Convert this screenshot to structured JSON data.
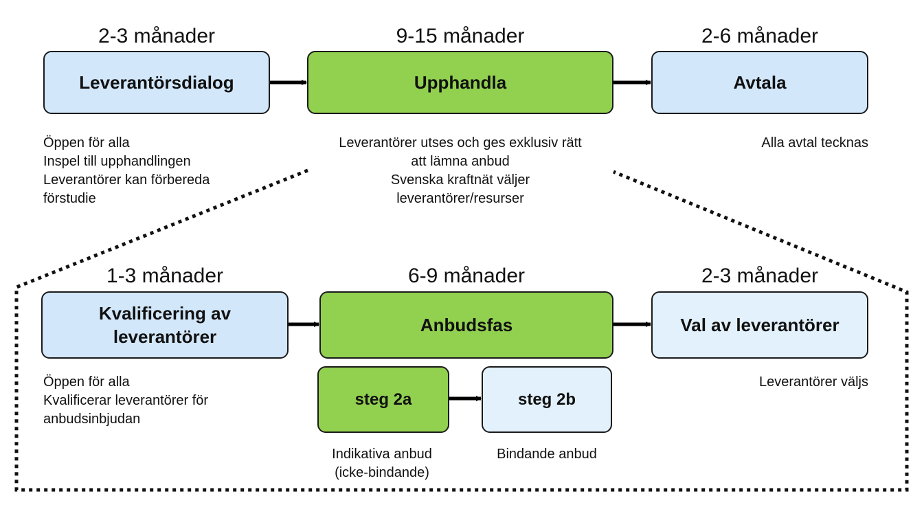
{
  "top_row": {
    "phases": [
      {
        "duration": "2-3 månader",
        "label": "Leverantörsdialog",
        "color": "#d3e7fb",
        "description": [
          "Öppen för alla",
          "Inspel till upphandlingen",
          "Leverantörer kan förbereda",
          "förstudie"
        ]
      },
      {
        "duration": "9-15 månader",
        "label": "Upphandla",
        "color": "#92d050",
        "description": [
          "Leverantörer utses och ges exklusiv rätt",
          "att lämna anbud",
          "Svenska kraftnät väljer",
          "leverantörer/resurser"
        ]
      },
      {
        "duration": "2-6 månader",
        "label": "Avtala",
        "color": "#d3e7fb",
        "description": [
          "Alla avtal tecknas"
        ]
      }
    ]
  },
  "bottom_row": {
    "phases": [
      {
        "duration": "1-3 månader",
        "label_lines": [
          "Kvalificering av",
          "leverantörer"
        ],
        "color": "#d3e7fb",
        "description": [
          "Öppen för alla",
          "Kvalificerar leverantörer för",
          "anbudsinbjudan"
        ]
      },
      {
        "duration": "6-9 månader",
        "label": "Anbudsfas",
        "color": "#92d050"
      },
      {
        "duration": "2-3 månader",
        "label": "Val av leverantörer",
        "color": "#e3f1fc",
        "description": [
          "Leverantörer väljs"
        ]
      }
    ],
    "substeps": [
      {
        "label": "steg 2a",
        "color": "#92d050",
        "description": [
          "Indikativa anbud",
          "(icke-bindande)"
        ]
      },
      {
        "label": "steg 2b",
        "color": "#e3f1fc",
        "description": [
          "Bindande anbud"
        ]
      }
    ]
  }
}
